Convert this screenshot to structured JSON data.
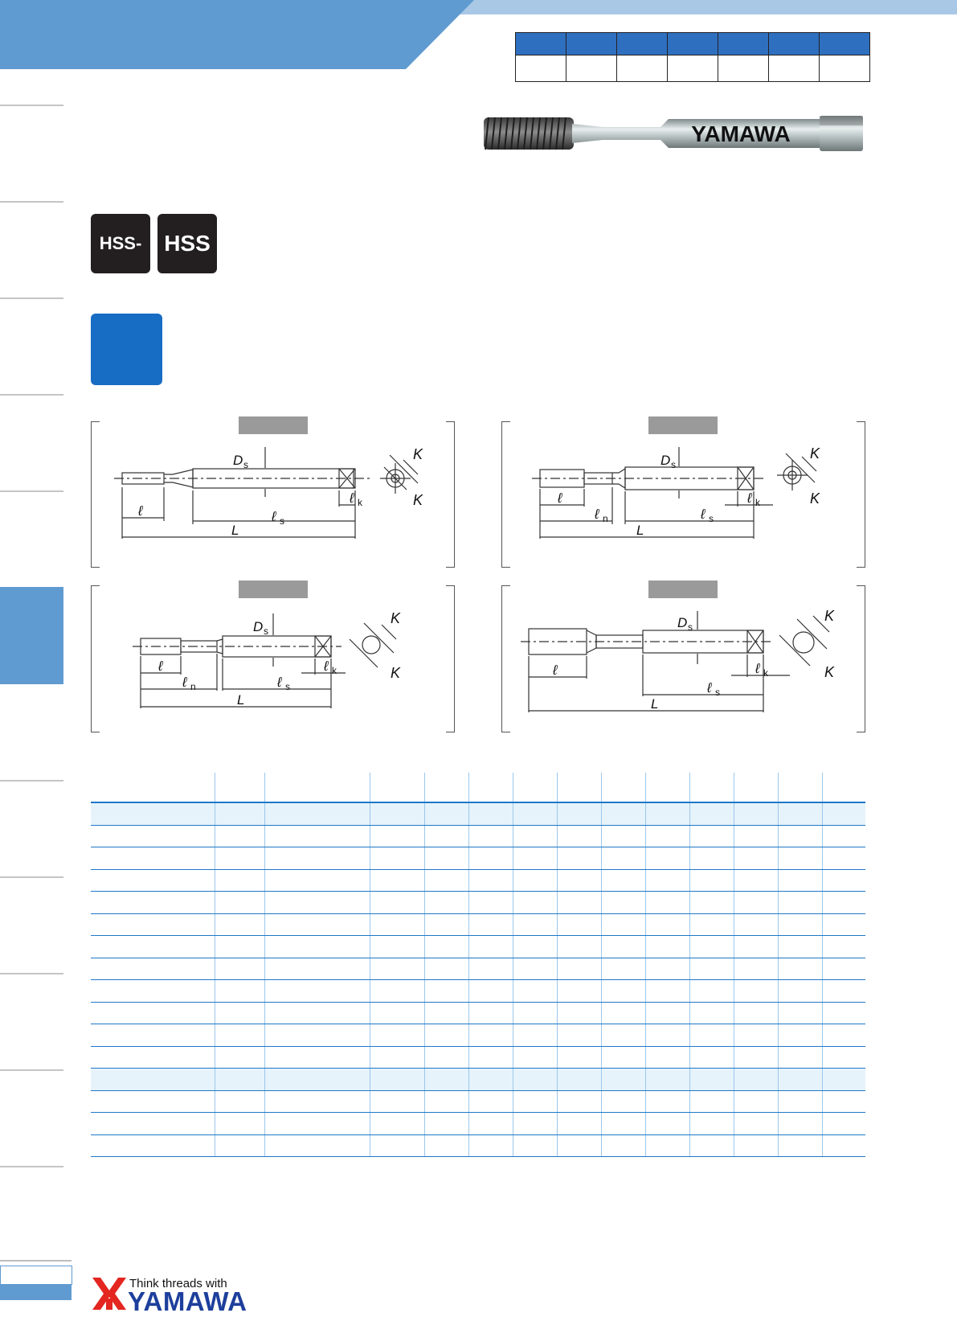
{
  "badges": {
    "left": "HSS-",
    "right": "HSS"
  },
  "product": {
    "shank_text": "YAMAWA"
  },
  "diagram_labels": {
    "ds": "D",
    "ds_sub": "s",
    "l": "ℓ",
    "ln": "ℓ",
    "ln_sub": "n",
    "ls": "ℓ",
    "ls_sub": "s",
    "lk": "ℓ",
    "lk_sub": "k",
    "L": "L",
    "K": "K"
  },
  "footer": {
    "tagline": "Think threads with",
    "brand": "YAMAWA"
  },
  "colors": {
    "header": "#5f9bd0",
    "header_light": "#a9c8e6",
    "accent": "#176cc3",
    "table_line": "#1f78c8",
    "table_band": "#e6f3fb"
  },
  "icons": {
    "logo": "yamawa-logo-icon"
  }
}
